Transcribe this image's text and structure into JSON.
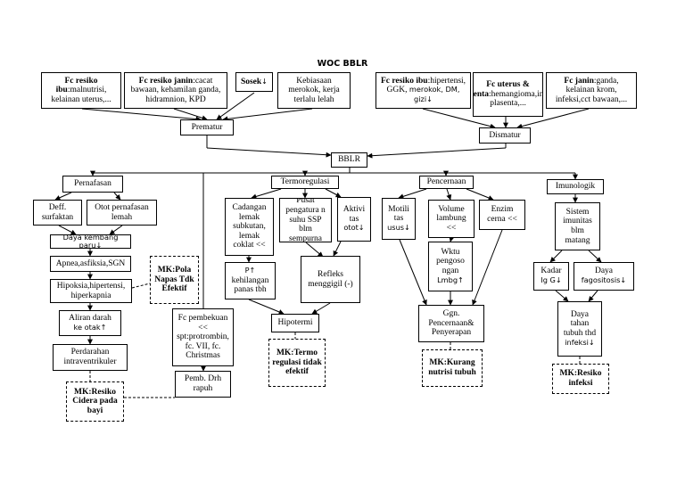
{
  "title": "WOC BBLR",
  "boxes": {
    "fc_resiko_ibu": {
      "bold": "Fc resiko ibu",
      "text": ":malnutrisi, kelainan uterus,..."
    },
    "fc_resiko_janin": {
      "bold": "Fc resiko janin",
      "text": ":cacat bawaan, kehamilan ganda, hidramnion, KPD"
    },
    "sosek": {
      "bold": "Sosek",
      "text": "↓"
    },
    "kebiasaan": "Kebiasaan merokok, kerja terlalu lelah",
    "fc_resiko_ibu_2": {
      "bold": "Fc resiko ibu",
      "text": ":hipertensi, GGK, ",
      "sans": "merokok, DM, gizi↓"
    },
    "fc_uterus": {
      "bold": "Fc uterus & plasenta",
      "text": ":hemangioma,infark plasenta,..."
    },
    "fc_janin": {
      "bold": "Fc janin",
      "text": ":ganda, kelainan krom, infeksi,cct bawaan,..."
    },
    "prematur": "Prematur",
    "dismatur": "Dismatur",
    "bblr": "BBLR",
    "pernafasan": "Pernafasan",
    "termoregulasi": "Termoregulasi",
    "pencernaan": "Pencernaan",
    "imunologik": "Imunologik",
    "deff_surfaktan": "Deff. surfaktan",
    "otot_pernafasan": "Otot pernafasan lemah",
    "daya_kembang": "Daya kembang paru↓",
    "apnea": "Apnea,asfiksia,SGN",
    "hipoksia": "Hipoksia,hipertensi, hiperkapnia",
    "aliran_darah": {
      "text": "Aliran darah",
      "sans": "ke otak↑"
    },
    "perdarahan": "Perdarahan intraventrikuler",
    "mk_resiko_cidera": "MK:Resiko Cidera pada bayi",
    "mk_pola_napas": "MK:Pola Napas Tdk Efektif",
    "fc_pembekuan": "Fc pembekuan << spt:protrombin, fc. VII, fc. Christmas",
    "pemb_drh": "Pemb. Drh rapuh",
    "cadangan_lemak": "Cadangan lemak subkutan, lemak coklat <<",
    "pusat_pengatur": "Pusat pengatura n suhu SSP blm sempurna",
    "aktivitas_otot": {
      "text": "Aktivi tas",
      "sans": "otot↓"
    },
    "p_kehilangan": {
      "sans": "P↑",
      "text": "kehilangan panas tbh"
    },
    "refleks": "Refleks menggigil (-)",
    "hipotermi": "Hipotermi",
    "mk_termo": "MK:Termo regulasi tidak efektif",
    "motilitas": {
      "text": "Motili tas",
      "sans": "usus↓"
    },
    "volume_lambung": "Volume lambung <<",
    "enzim": "Enzim cerna <<",
    "wktu_pengosongan": {
      "text": "Wktu pengoso ngan",
      "sans": "Lmbg↑"
    },
    "ggn_pencernaan": "Ggn. Pencernaan& Penyerapan",
    "mk_kurang_nutrisi": "MK:Kurang nutrisi tubuh",
    "sistem_imunitas": "Sistem imunitas blm matang",
    "kadar_igg": {
      "text": "Kadar",
      "sans": "Ig G↓"
    },
    "daya_fagositosis": {
      "text": "Daya",
      "sans": "fagositosis↓"
    },
    "daya_tahan": {
      "text": "Daya tahan tubuh thd",
      "sans": "infeksi↓"
    },
    "mk_resiko_infeksi": "MK:Resiko infeksi"
  }
}
